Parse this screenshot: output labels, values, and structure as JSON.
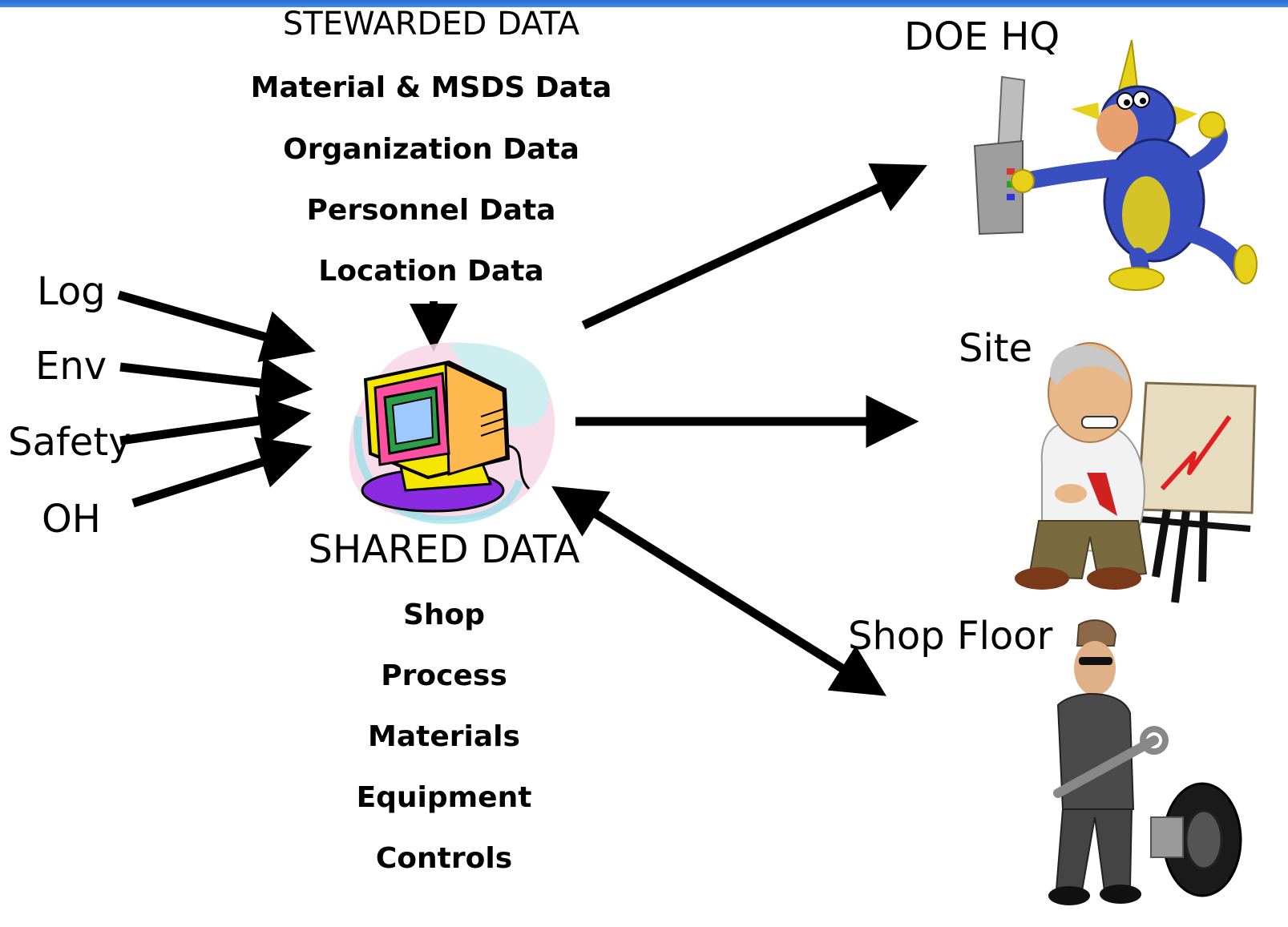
{
  "stewarded": {
    "title": "STEWARDED DATA",
    "items": [
      "Material & MSDS Data",
      "Organization Data",
      "Personnel Data",
      "Location Data"
    ]
  },
  "inputs": [
    "Log",
    "Env",
    "Safety",
    "OH"
  ],
  "shared": {
    "title": "SHARED DATA",
    "items": [
      "Shop",
      "Process",
      "Materials",
      "Equipment",
      "Controls"
    ]
  },
  "destinations": {
    "hq": "DOE HQ",
    "site": "Site",
    "shop_floor": "Shop Floor"
  },
  "icons": {
    "computer": "computer-clipart-icon",
    "hq": "superhero-cartoon-icon",
    "site": "presenter-cartoon-icon",
    "shop_floor": "mechanic-cartoon-icon"
  },
  "colors": {
    "accent": "#2a6fd6",
    "arrow": "#000000"
  }
}
